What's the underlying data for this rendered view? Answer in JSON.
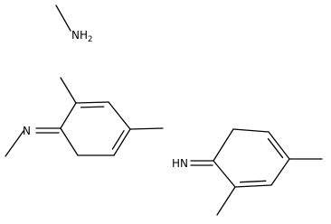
{
  "molecules": [
    {
      "id": "methylamine",
      "labels": {
        "n": "NH",
        "sub": "2"
      }
    },
    {
      "id": "n-methyl-dimethylcyclohexadienimine",
      "labels": {
        "n": "N"
      }
    },
    {
      "id": "dimethylcyclohexadienimine",
      "labels": {
        "n": "HN"
      }
    }
  ],
  "colors": {
    "bond": "#000000",
    "background": "#ffffff"
  }
}
